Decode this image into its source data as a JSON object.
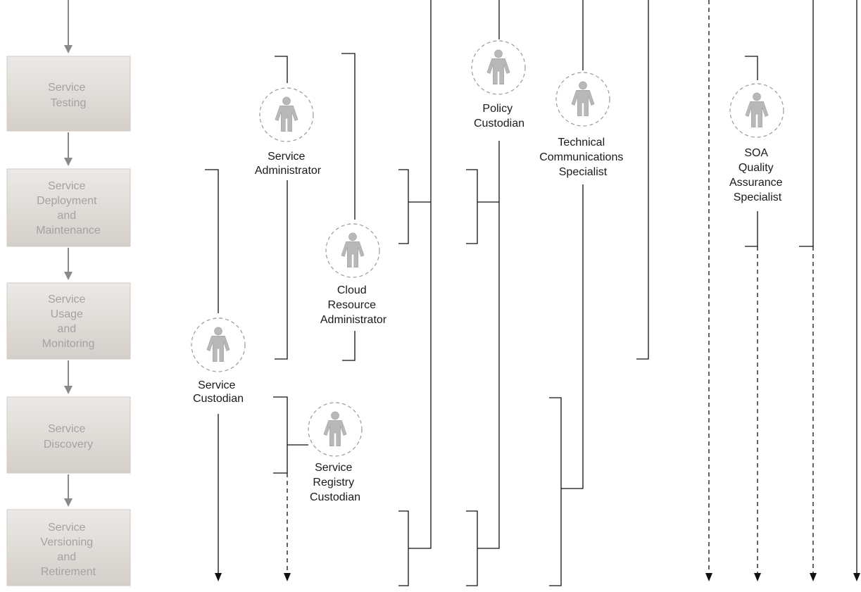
{
  "phases": [
    {
      "lines": [
        "Service",
        "Testing"
      ]
    },
    {
      "lines": [
        "Service",
        "Deployment",
        "and",
        "Maintenance"
      ]
    },
    {
      "lines": [
        "Service",
        "Usage",
        "and",
        "Monitoring"
      ]
    },
    {
      "lines": [
        "Service",
        "Discovery"
      ]
    },
    {
      "lines": [
        "Service",
        "Versioning",
        "and",
        "Retirement"
      ]
    }
  ],
  "roles": [
    {
      "id": "service-administrator",
      "lines": [
        "Service",
        "Administrator"
      ],
      "icon": "person-icon"
    },
    {
      "id": "cloud-resource-administrator",
      "lines": [
        "Cloud",
        "Resource",
        "Administrator"
      ],
      "icon": "person-icon"
    },
    {
      "id": "policy-custodian",
      "lines": [
        "Policy",
        "Custodian"
      ],
      "icon": "person-icon"
    },
    {
      "id": "technical-communications-specialist",
      "lines": [
        "Technical",
        "Communications",
        "Specialist"
      ],
      "icon": "person-icon"
    },
    {
      "id": "soa-quality-assurance-specialist",
      "lines": [
        "SOA",
        "Quality",
        "Assurance",
        "Specialist"
      ],
      "icon": "person-icon"
    },
    {
      "id": "service-custodian",
      "lines": [
        "Service",
        "Custodian"
      ],
      "icon": "person-icon"
    },
    {
      "id": "service-registry-custodian",
      "lines": [
        "Service",
        "Registry",
        "Custodian"
      ],
      "icon": "person-icon"
    }
  ],
  "colors": {
    "phase_box_top": "#ece9e6",
    "phase_box_bottom": "#d6d1cc",
    "phase_text": "#a3a3a3",
    "role_text": "#1a1a1a",
    "line": "#111111",
    "flow_arrow": "#8a8a8a"
  }
}
